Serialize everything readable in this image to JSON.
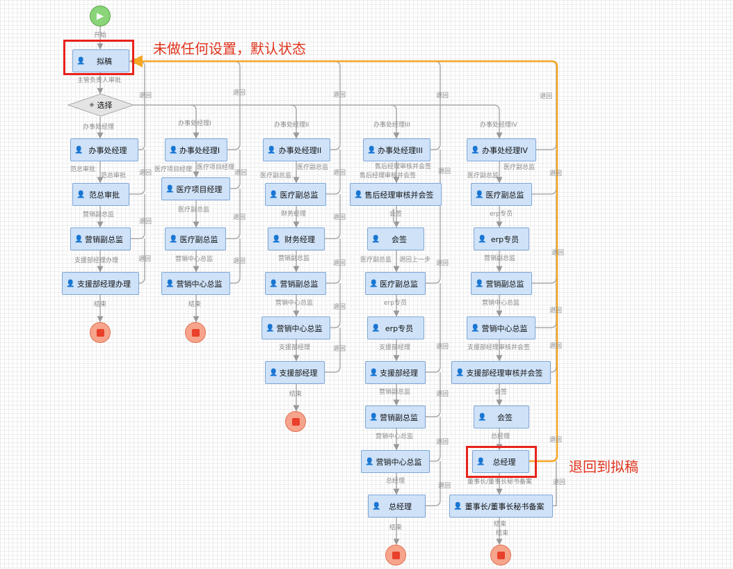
{
  "diagram": {
    "start_label": "开始",
    "gateway": "选择",
    "annotations": {
      "top": "未做任何设置，默认状态",
      "right": "退回到拟稿"
    },
    "accent_color": "#f5a623",
    "annotation_color": "#e0321c",
    "nodes": {
      "draft": "拟稿",
      "c1_office": "办事处经理",
      "c1_fan": "范总审批",
      "c1_sales": "营销副总监",
      "c1_support": "支援部经理办理",
      "c2_office": "办事处经理I",
      "c2_medpm": "医疗项目经理",
      "c2_meddep": "医疗副总监",
      "c2_salescenter": "营销中心总监",
      "c3_office": "办事处经理II",
      "c3_meddep": "医疗副总监",
      "c3_finance": "财务经理",
      "c3_sales": "营销副总监",
      "c3_salescenter": "营销中心总监",
      "c3_support": "支援部经理",
      "c4_office": "办事处经理III",
      "c4_aftersales": "售后经理审核并会签",
      "c4_countersign": "会签",
      "c4_meddep": "医疗副总监",
      "c4_erp": "erp专员",
      "c4_support": "支援部经理",
      "c4_sales": "营销副总监",
      "c4_salescenter": "营销中心总监",
      "c4_gm": "总经理",
      "c5_office": "办事处经理IV",
      "c5_meddep": "医疗副总监",
      "c5_erp": "erp专员",
      "c5_sales": "营销副总监",
      "c5_salescenter": "营销中心总监",
      "c5_support": "支援部经理审核并会签",
      "c5_countersign": "会签",
      "c5_gm": "总经理",
      "c5_board": "董事长/董事长秘书备案"
    },
    "edge_labels": {
      "start": "开始",
      "supervisor": "主管负责人审批",
      "t1_office": "办事处经理",
      "t1_fan_a": "范总审批",
      "t1_fan_b": "范总审批",
      "t1_sales": "营销副总监",
      "t1_support": "支援部经理办理",
      "t1_end": "结束",
      "t2_office": "办事处经理I",
      "t2_medpm_a": "医疗项目经理",
      "t2_medpm_b": "医疗项目经理",
      "t2_meddep": "医疗副总监",
      "t2_salescenter": "营销中心总监",
      "t2_end": "结束",
      "t3_office": "办事处经理II",
      "t3_meddep_a": "医疗副总监",
      "t3_meddep_b": "医疗副总监",
      "t3_finance": "财务经理",
      "t3_sales": "营销副总监",
      "t3_salescenter": "营销中心总监",
      "t3_support": "支援部经理",
      "t3_end": "结束",
      "t4_office": "办事处经理III",
      "t4_after_a": "售后经理审核并会签",
      "t4_after_b": "售后经理审核并会签",
      "t4_countersign": "会签",
      "t4_meddep": "医疗副总监",
      "t4_back": "退回上一步",
      "t4_erp": "erp专员",
      "t4_support": "支援部经理",
      "t4_sales": "营销副总监",
      "t4_salescenter": "营销中心总监",
      "t4_gm": "总经理",
      "t4_end": "结束",
      "t5_office": "办事处经理IV",
      "t5_meddep_a": "医疗副总监",
      "t5_meddep_b": "医疗副总监",
      "t5_erp": "erp专员",
      "t5_sales": "营销副总监",
      "t5_salescenter": "营销中心总监",
      "t5_support": "支援部经理审核并会签",
      "t5_countersign": "会签",
      "t5_gm": "总经理",
      "t5_board": "董事长/董事长秘书备案",
      "t5_end_a": "结束",
      "t5_end_b": "结束"
    },
    "return_label": "退回",
    "icons": {
      "user": "user-icon",
      "gateway": "gateway-icon",
      "start": "play-icon",
      "end": "stop-icon"
    }
  }
}
